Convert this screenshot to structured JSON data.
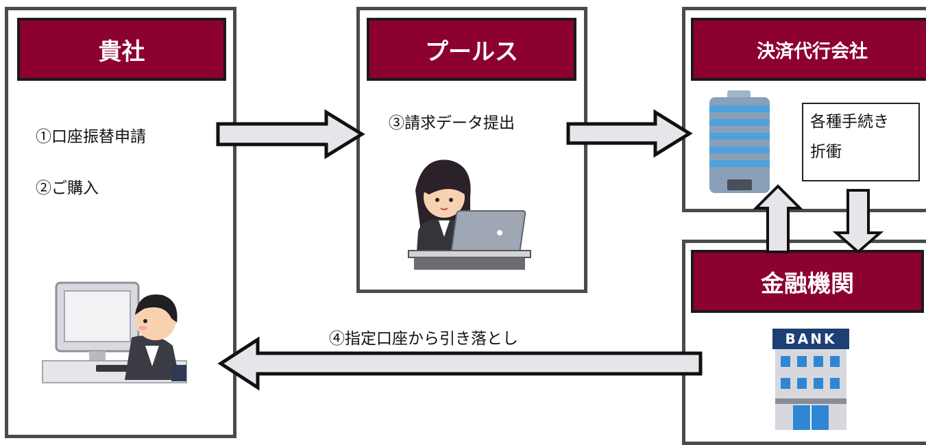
{
  "colors": {
    "header_bg": "#8c0032",
    "panel_border": "#4a4a52",
    "arrow_fill": "#e6e6ea"
  },
  "panels": {
    "company": {
      "title": "貴社",
      "steps": [
        "①口座振替申請",
        "②ご購入"
      ]
    },
    "pulse": {
      "title": "プールス",
      "step": "③請求データ提出"
    },
    "payment_agent": {
      "title": "決済代行会社",
      "note": [
        "各種手続き",
        "折衝"
      ]
    },
    "bank": {
      "title": "金融機関",
      "sign": "BANK"
    }
  },
  "arrows": {
    "debit_label": "④指定口座から引き落とし"
  },
  "icons": [
    "office-worker-male-icon",
    "office-worker-female-icon",
    "office-building-icon",
    "bank-building-icon"
  ]
}
